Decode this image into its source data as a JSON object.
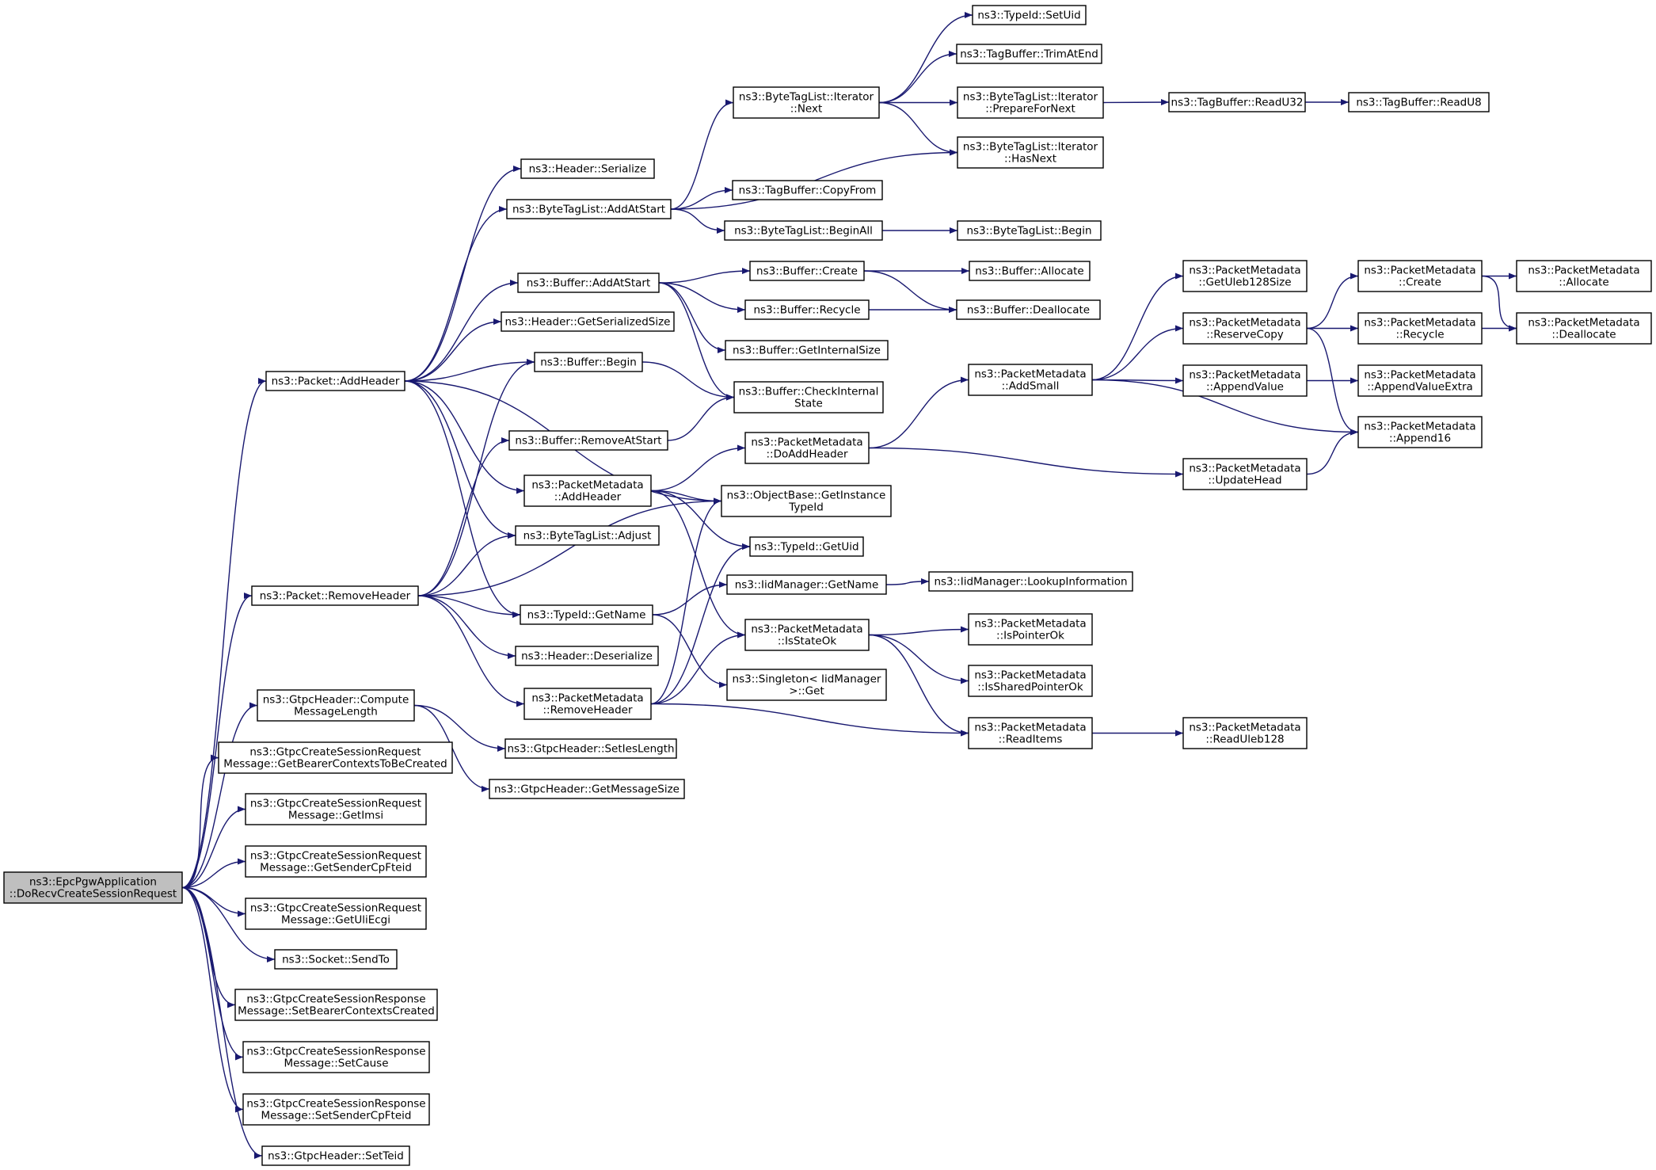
{
  "colors": {
    "edge": "#191970",
    "node_border": "#000000",
    "root_fill": "#bfbfbf",
    "node_fill": "#ffffff"
  },
  "nodes": [
    {
      "id": "root",
      "lines": [
        "ns3::EpcPgwApplication",
        "::DoRecvCreateSessionRequest"
      ]
    },
    {
      "id": "pkt_addheader",
      "lines": [
        "ns3::Packet::AddHeader"
      ]
    },
    {
      "id": "pkt_removeheader",
      "lines": [
        "ns3::Packet::RemoveHeader"
      ]
    },
    {
      "id": "gtpc_compute",
      "lines": [
        "ns3::GtpcHeader::Compute",
        "MessageLength"
      ]
    },
    {
      "id": "getbearerctx",
      "lines": [
        "ns3::GtpcCreateSessionRequest",
        "Message::GetBearerContextsToBeCreated"
      ]
    },
    {
      "id": "getimsi",
      "lines": [
        "ns3::GtpcCreateSessionRequest",
        "Message::GetImsi"
      ]
    },
    {
      "id": "getsendercpfteid",
      "lines": [
        "ns3::GtpcCreateSessionRequest",
        "Message::GetSenderCpFteid"
      ]
    },
    {
      "id": "getuliecgi",
      "lines": [
        "ns3::GtpcCreateSessionRequest",
        "Message::GetUliEcgi"
      ]
    },
    {
      "id": "socket_sendto",
      "lines": [
        "ns3::Socket::SendTo"
      ]
    },
    {
      "id": "setbearerctx",
      "lines": [
        "ns3::GtpcCreateSessionResponse",
        "Message::SetBearerContextsCreated"
      ]
    },
    {
      "id": "setcause",
      "lines": [
        "ns3::GtpcCreateSessionResponse",
        "Message::SetCause"
      ]
    },
    {
      "id": "setsendercpfteid",
      "lines": [
        "ns3::GtpcCreateSessionResponse",
        "Message::SetSenderCpFteid"
      ]
    },
    {
      "id": "setteid",
      "lines": [
        "ns3::GtpcHeader::SetTeid"
      ]
    },
    {
      "id": "header_serialize",
      "lines": [
        "ns3::Header::Serialize"
      ]
    },
    {
      "id": "btl_addatstart",
      "lines": [
        "ns3::ByteTagList::AddAtStart"
      ]
    },
    {
      "id": "buf_addatstart",
      "lines": [
        "ns3::Buffer::AddAtStart"
      ]
    },
    {
      "id": "header_getsersize",
      "lines": [
        "ns3::Header::GetSerializedSize"
      ]
    },
    {
      "id": "buf_begin",
      "lines": [
        "ns3::Buffer::Begin"
      ]
    },
    {
      "id": "buf_removeatstart",
      "lines": [
        "ns3::Buffer::RemoveAtStart"
      ]
    },
    {
      "id": "pm_addheader",
      "lines": [
        "ns3::PacketMetadata",
        "::AddHeader"
      ]
    },
    {
      "id": "btl_adjust",
      "lines": [
        "ns3::ByteTagList::Adjust"
      ]
    },
    {
      "id": "typeid_getname",
      "lines": [
        "ns3::TypeId::GetName"
      ]
    },
    {
      "id": "header_deserialize",
      "lines": [
        "ns3::Header::Deserialize"
      ]
    },
    {
      "id": "pm_removeheader",
      "lines": [
        "ns3::PacketMetadata",
        "::RemoveHeader"
      ]
    },
    {
      "id": "gtpc_setieslength",
      "lines": [
        "ns3::GtpcHeader::SetIesLength"
      ]
    },
    {
      "id": "gtpc_getmsgsize",
      "lines": [
        "ns3::GtpcHeader::GetMessageSize"
      ]
    },
    {
      "id": "btl_it_next",
      "lines": [
        "ns3::ByteTagList::Iterator",
        "::Next"
      ]
    },
    {
      "id": "tagbuf_copyfrom",
      "lines": [
        "ns3::TagBuffer::CopyFrom"
      ]
    },
    {
      "id": "btl_beginall",
      "lines": [
        "ns3::ByteTagList::BeginAll"
      ]
    },
    {
      "id": "buf_create",
      "lines": [
        "ns3::Buffer::Create"
      ]
    },
    {
      "id": "buf_recycle",
      "lines": [
        "ns3::Buffer::Recycle"
      ]
    },
    {
      "id": "buf_getinternalsize",
      "lines": [
        "ns3::Buffer::GetInternalSize"
      ]
    },
    {
      "id": "buf_checkinternal",
      "lines": [
        "ns3::Buffer::CheckInternal",
        "State"
      ]
    },
    {
      "id": "pm_doaddheader",
      "lines": [
        "ns3::PacketMetadata",
        "::DoAddHeader"
      ]
    },
    {
      "id": "objbase_getinstance",
      "lines": [
        "ns3::ObjectBase::GetInstance",
        "TypeId"
      ]
    },
    {
      "id": "typeid_getuid",
      "lines": [
        "ns3::TypeId::GetUid"
      ]
    },
    {
      "id": "iid_getname",
      "lines": [
        "ns3::IidManager::GetName"
      ]
    },
    {
      "id": "pm_isstateok",
      "lines": [
        "ns3::PacketMetadata",
        "::IsStateOk"
      ]
    },
    {
      "id": "singleton_get",
      "lines": [
        "ns3::Singleton< IidManager",
        ">::Get"
      ]
    },
    {
      "id": "typeid_setuid",
      "lines": [
        "ns3::TypeId::SetUid"
      ]
    },
    {
      "id": "tagbuf_trimatend",
      "lines": [
        "ns3::TagBuffer::TrimAtEnd"
      ]
    },
    {
      "id": "btl_it_prepare",
      "lines": [
        "ns3::ByteTagList::Iterator",
        "::PrepareForNext"
      ]
    },
    {
      "id": "btl_it_hasnext",
      "lines": [
        "ns3::ByteTagList::Iterator",
        "::HasNext"
      ]
    },
    {
      "id": "btl_begin",
      "lines": [
        "ns3::ByteTagList::Begin"
      ]
    },
    {
      "id": "buf_allocate",
      "lines": [
        "ns3::Buffer::Allocate"
      ]
    },
    {
      "id": "buf_deallocate",
      "lines": [
        "ns3::Buffer::Deallocate"
      ]
    },
    {
      "id": "pm_addsmall",
      "lines": [
        "ns3::PacketMetadata",
        "::AddSmall"
      ]
    },
    {
      "id": "iid_lookupinfo",
      "lines": [
        "ns3::IidManager::LookupInformation"
      ]
    },
    {
      "id": "pm_ispointerok",
      "lines": [
        "ns3::PacketMetadata",
        "::IsPointerOk"
      ]
    },
    {
      "id": "pm_issharedpointerok",
      "lines": [
        "ns3::PacketMetadata",
        "::IsSharedPointerOk"
      ]
    },
    {
      "id": "pm_readitems",
      "lines": [
        "ns3::PacketMetadata",
        "::ReadItems"
      ]
    },
    {
      "id": "tagbuf_readu32",
      "lines": [
        "ns3::TagBuffer::ReadU32"
      ]
    },
    {
      "id": "tagbuf_readu8",
      "lines": [
        "ns3::TagBuffer::ReadU8"
      ]
    },
    {
      "id": "pm_getuleb128size",
      "lines": [
        "ns3::PacketMetadata",
        "::GetUleb128Size"
      ]
    },
    {
      "id": "pm_reservecopy",
      "lines": [
        "ns3::PacketMetadata",
        "::ReserveCopy"
      ]
    },
    {
      "id": "pm_appendvalue",
      "lines": [
        "ns3::PacketMetadata",
        "::AppendValue"
      ]
    },
    {
      "id": "pm_updatehead",
      "lines": [
        "ns3::PacketMetadata",
        "::UpdateHead"
      ]
    },
    {
      "id": "pm_readuleb128",
      "lines": [
        "ns3::PacketMetadata",
        "::ReadUleb128"
      ]
    },
    {
      "id": "pm_create",
      "lines": [
        "ns3::PacketMetadata",
        "::Create"
      ]
    },
    {
      "id": "pm_recycle",
      "lines": [
        "ns3::PacketMetadata",
        "::Recycle"
      ]
    },
    {
      "id": "pm_appendvalueextra",
      "lines": [
        "ns3::PacketMetadata",
        "::AppendValueExtra"
      ]
    },
    {
      "id": "pm_append16",
      "lines": [
        "ns3::PacketMetadata",
        "::Append16"
      ]
    },
    {
      "id": "pm_allocate",
      "lines": [
        "ns3::PacketMetadata",
        "::Allocate"
      ]
    },
    {
      "id": "pm_deallocate",
      "lines": [
        "ns3::PacketMetadata",
        "::Deallocate"
      ]
    }
  ],
  "edges": [
    [
      "root",
      "pkt_addheader"
    ],
    [
      "root",
      "pkt_removeheader"
    ],
    [
      "root",
      "gtpc_compute"
    ],
    [
      "root",
      "getbearerctx"
    ],
    [
      "root",
      "getimsi"
    ],
    [
      "root",
      "getsendercpfteid"
    ],
    [
      "root",
      "getuliecgi"
    ],
    [
      "root",
      "socket_sendto"
    ],
    [
      "root",
      "setbearerctx"
    ],
    [
      "root",
      "setcause"
    ],
    [
      "root",
      "setsendercpfteid"
    ],
    [
      "root",
      "setteid"
    ],
    [
      "pkt_addheader",
      "header_serialize"
    ],
    [
      "pkt_addheader",
      "btl_addatstart"
    ],
    [
      "pkt_addheader",
      "buf_addatstart"
    ],
    [
      "pkt_addheader",
      "header_getsersize"
    ],
    [
      "pkt_addheader",
      "buf_begin"
    ],
    [
      "pkt_addheader",
      "pm_addheader"
    ],
    [
      "pkt_addheader",
      "btl_adjust"
    ],
    [
      "pkt_addheader",
      "typeid_getname"
    ],
    [
      "pkt_addheader",
      "objbase_getinstance"
    ],
    [
      "pkt_removeheader",
      "buf_begin"
    ],
    [
      "pkt_removeheader",
      "buf_removeatstart"
    ],
    [
      "pkt_removeheader",
      "btl_adjust"
    ],
    [
      "pkt_removeheader",
      "typeid_getname"
    ],
    [
      "pkt_removeheader",
      "header_deserialize"
    ],
    [
      "pkt_removeheader",
      "pm_removeheader"
    ],
    [
      "pkt_removeheader",
      "objbase_getinstance"
    ],
    [
      "gtpc_compute",
      "gtpc_setieslength"
    ],
    [
      "gtpc_compute",
      "gtpc_getmsgsize"
    ],
    [
      "btl_addatstart",
      "btl_it_next"
    ],
    [
      "btl_addatstart",
      "btl_it_hasnext"
    ],
    [
      "btl_addatstart",
      "tagbuf_copyfrom"
    ],
    [
      "btl_addatstart",
      "btl_beginall"
    ],
    [
      "buf_addatstart",
      "buf_create"
    ],
    [
      "buf_addatstart",
      "buf_recycle"
    ],
    [
      "buf_addatstart",
      "buf_getinternalsize"
    ],
    [
      "buf_addatstart",
      "buf_checkinternal"
    ],
    [
      "buf_begin",
      "buf_checkinternal"
    ],
    [
      "buf_removeatstart",
      "buf_checkinternal"
    ],
    [
      "pm_addheader",
      "pm_doaddheader"
    ],
    [
      "pm_addheader",
      "objbase_getinstance"
    ],
    [
      "pm_addheader",
      "typeid_getuid"
    ],
    [
      "pm_addheader",
      "pm_isstateok"
    ],
    [
      "typeid_getname",
      "iid_getname"
    ],
    [
      "typeid_getname",
      "singleton_get"
    ],
    [
      "pm_removeheader",
      "objbase_getinstance"
    ],
    [
      "pm_removeheader",
      "typeid_getuid"
    ],
    [
      "pm_removeheader",
      "pm_isstateok"
    ],
    [
      "pm_removeheader",
      "pm_readitems"
    ],
    [
      "btl_it_next",
      "typeid_setuid"
    ],
    [
      "btl_it_next",
      "tagbuf_trimatend"
    ],
    [
      "btl_it_next",
      "btl_it_prepare"
    ],
    [
      "btl_it_next",
      "btl_it_hasnext"
    ],
    [
      "btl_beginall",
      "btl_begin"
    ],
    [
      "buf_create",
      "buf_allocate"
    ],
    [
      "buf_create",
      "buf_deallocate"
    ],
    [
      "buf_recycle",
      "buf_deallocate"
    ],
    [
      "pm_doaddheader",
      "pm_addsmall"
    ],
    [
      "pm_doaddheader",
      "pm_updatehead"
    ],
    [
      "iid_getname",
      "iid_lookupinfo"
    ],
    [
      "pm_isstateok",
      "pm_ispointerok"
    ],
    [
      "pm_isstateok",
      "pm_issharedpointerok"
    ],
    [
      "pm_isstateok",
      "pm_readitems"
    ],
    [
      "btl_it_prepare",
      "tagbuf_readu32"
    ],
    [
      "tagbuf_readu32",
      "tagbuf_readu8"
    ],
    [
      "pm_addsmall",
      "pm_getuleb128size"
    ],
    [
      "pm_addsmall",
      "pm_reservecopy"
    ],
    [
      "pm_addsmall",
      "pm_appendvalue"
    ],
    [
      "pm_addsmall",
      "pm_append16"
    ],
    [
      "pm_readitems",
      "pm_readuleb128"
    ],
    [
      "pm_reservecopy",
      "pm_create"
    ],
    [
      "pm_reservecopy",
      "pm_recycle"
    ],
    [
      "pm_reservecopy",
      "pm_append16"
    ],
    [
      "pm_appendvalue",
      "pm_appendvalueextra"
    ],
    [
      "pm_updatehead",
      "pm_append16"
    ],
    [
      "pm_create",
      "pm_allocate"
    ],
    [
      "pm_create",
      "pm_deallocate"
    ],
    [
      "pm_recycle",
      "pm_deallocate"
    ]
  ]
}
